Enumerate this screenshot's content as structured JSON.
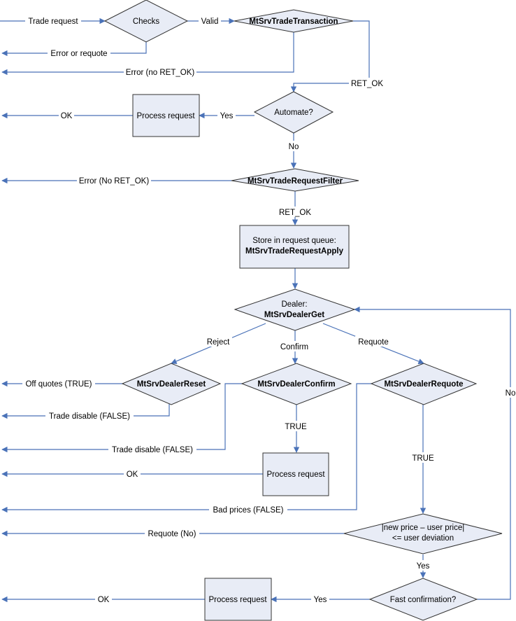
{
  "colors": {
    "arrow": "#4a72b8",
    "shape_fill": "#e8ecf6",
    "shape_stroke": "#333333",
    "background": "#ffffff"
  },
  "nodes": {
    "checks": "Checks",
    "trade_transaction": "MtSrvTradeTransaction",
    "process_request_1": "Process request",
    "automate": "Automate?",
    "request_filter": "MtSrvTradeRequestFilter",
    "store_queue_line1": "Store in request queue:",
    "store_queue_line2": "MtSrvTradeRequestApply",
    "dealer_line1": "Dealer:",
    "dealer_line2": "MtSrvDealerGet",
    "dealer_reset": "MtSrvDealerReset",
    "dealer_confirm": "MtSrvDealerConfirm",
    "dealer_requote": "MtSrvDealerRequote",
    "process_request_2": "Process request",
    "price_check_line1": "|new price – user price|",
    "price_check_line2": "<= user deviation",
    "fast_confirmation": "Fast confirmation?",
    "process_request_3": "Process request"
  },
  "labels": {
    "trade_request": "Trade request",
    "valid": "Valid",
    "error_or_requote": "Error or requote",
    "error_no_ret_ok_1": "Error (no RET_OK)",
    "ret_ok_1": "RET_OK",
    "ok_1": "OK",
    "yes_1": "Yes",
    "no_1": "No",
    "error_no_ret_ok_2": "Error (No RET_OK)",
    "ret_ok_2": "RET_OK",
    "reject": "Reject",
    "confirm": "Confirm",
    "requote": "Requote",
    "off_quotes": "Off quotes (TRUE)",
    "trade_disable_1": "Trade disable (FALSE)",
    "true_1": "TRUE",
    "trade_disable_2": "Trade disable (FALSE)",
    "ok_2": "OK",
    "true_2": "TRUE",
    "bad_prices": "Bad prices (FALSE)",
    "requote_no": "Requote (No)",
    "yes_2": "Yes",
    "yes_3": "Yes",
    "ok_3": "OK",
    "no_2": "No"
  }
}
